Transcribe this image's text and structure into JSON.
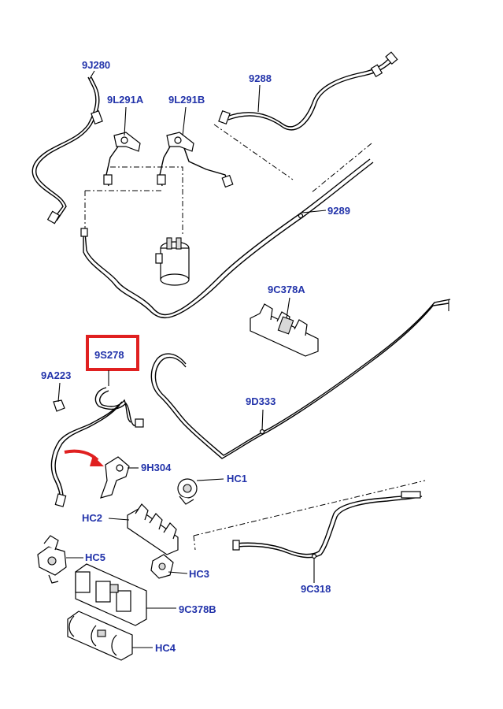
{
  "colors": {
    "label": "#2233aa",
    "highlight": "#e02020",
    "line": "#000000"
  },
  "labels": {
    "p9J280": "9J280",
    "p9L291A": "9L291A",
    "p9L291B": "9L291B",
    "p9288": "9288",
    "p9289": "9289",
    "p9C378A": "9C378A",
    "p9S278": "9S278",
    "p9A223": "9A223",
    "p9D333": "9D333",
    "p9H304": "9H304",
    "HC1": "HC1",
    "HC2": "HC2",
    "HC3": "HC3",
    "HC5": "HC5",
    "p9C378B": "9C378B",
    "p9C318": "9C318",
    "HC4": "HC4"
  },
  "highlighted_part": "9S278"
}
